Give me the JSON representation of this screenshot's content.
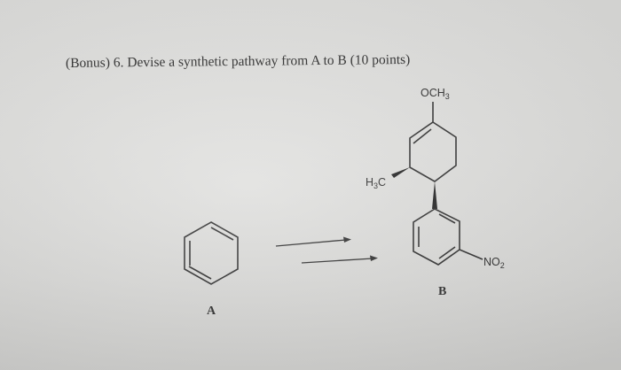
{
  "question": "(Bonus) 6. Devise a synthetic pathway from A to B (10 points)",
  "compound_a": {
    "label": "A"
  },
  "compound_b": {
    "label": "B",
    "methoxy": {
      "main": "OCH",
      "sub": "3"
    },
    "methyl": {
      "pre": "H",
      "sub": "3",
      "post": "C"
    },
    "nitro": {
      "main": "NO",
      "sub": "2"
    }
  }
}
